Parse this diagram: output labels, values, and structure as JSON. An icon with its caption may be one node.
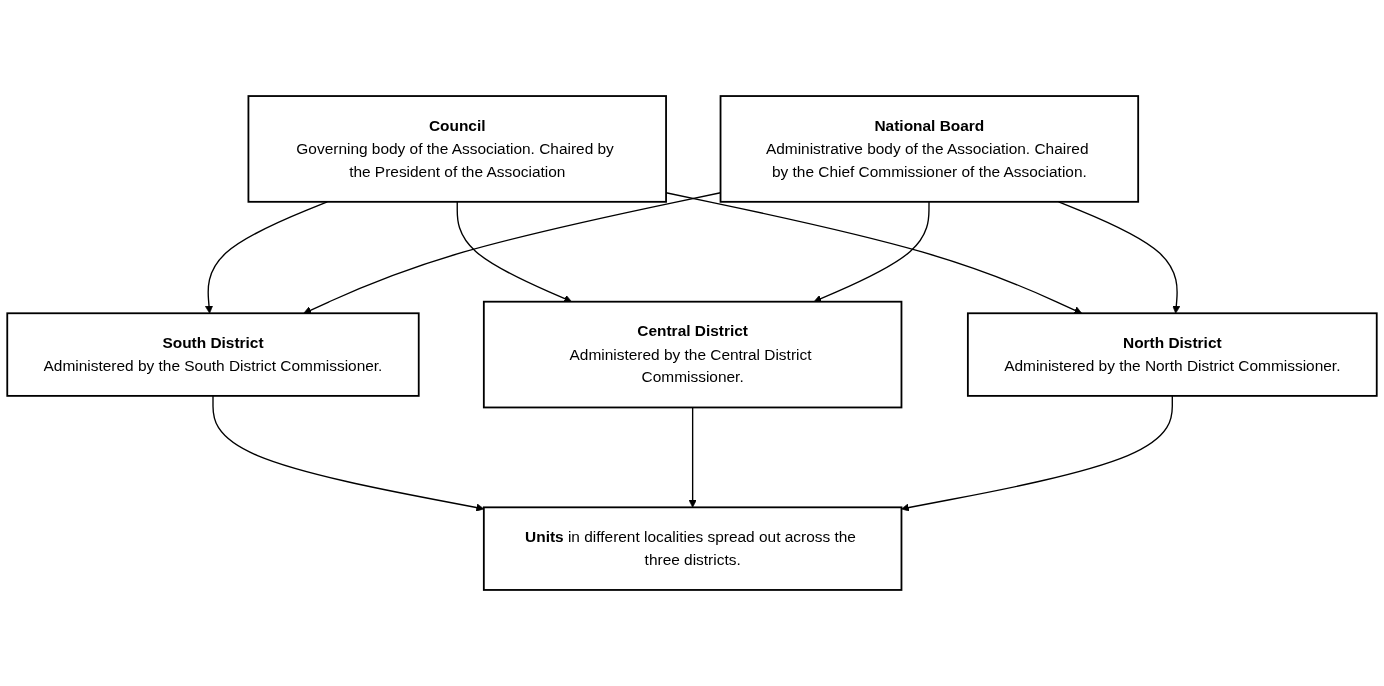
{
  "diagram": {
    "nodes": [
      {
        "text": [
          "Council",
          "Governing body of the Association. Chaired by the President of the Association"
        ]
      },
      {
        "text": [
          "National Board",
          "Administrative body of the Association. Chaired by the Chief Commissioner of the Association."
        ]
      },
      {
        "text": [
          "South District",
          "Administered by the South District Commissioner."
        ]
      },
      {
        "text": [
          "Central District",
          "Administered by the Central District Commissioner."
        ]
      },
      {
        "text": [
          "North District",
          "Administered by the North District Commissioner."
        ]
      },
      {
        "text": [
          "**Units** in different localities spread out across the three districts."
        ]
      }
    ],
    "edges": [
      {
        "from": 0,
        "to": 2,
        "arrow": "to"
      },
      {
        "from": 0,
        "to": 3,
        "arrow": "to"
      },
      {
        "from": 0,
        "to": 4,
        "arrow": "to"
      },
      {
        "from": 1,
        "to": 2,
        "arrow": "to"
      },
      {
        "from": 1,
        "to": 3,
        "arrow": "to"
      },
      {
        "from": 1,
        "to": 4,
        "arrow": "to"
      },
      {
        "from": 2,
        "to": 5,
        "arrow": "to"
      },
      {
        "from": 3,
        "to": 5,
        "arrow": "to"
      },
      {
        "from": 4,
        "to": 5,
        "arrow": "to"
      }
    ]
  }
}
